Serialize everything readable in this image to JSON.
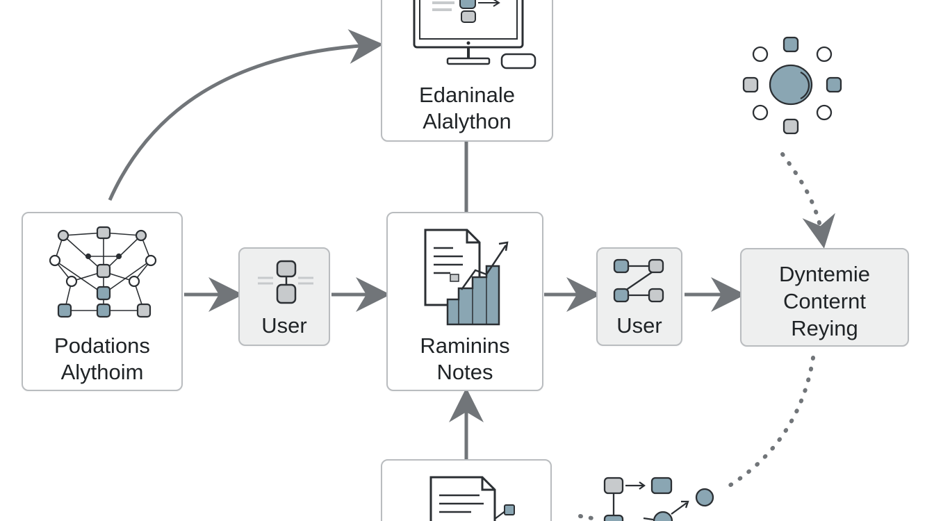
{
  "nodes": {
    "podations": {
      "line1": "Podations",
      "line2": "Alythoim"
    },
    "user_left": {
      "label": "User"
    },
    "raminins": {
      "line1": "Raminins",
      "line2": "Notes"
    },
    "user_right": {
      "label": "User"
    },
    "dyntemie": {
      "line1": "Dyntemie",
      "line2": "Conternt",
      "line3": "Reying"
    },
    "edaninale": {
      "line1": "Edaninale",
      "line2": "Alalython"
    }
  },
  "colors": {
    "border": "#b9bcbf",
    "shaded_fill": "#eeefef",
    "arrow": "#717579",
    "icon_stroke": "#2b2f33",
    "icon_accent": "#8aa6b3",
    "icon_gray": "#c7cacc"
  },
  "icons": {
    "podations": "network-graph-icon",
    "user_left": "flow-shape-icon",
    "raminins": "document-chart-icon",
    "user_right": "flowchart-icon",
    "edaninale": "monitor-icon",
    "orbit": "orbit-nodes-icon",
    "bottom_doc": "document-icon",
    "bottom_flow": "flow-nodes-icon"
  }
}
